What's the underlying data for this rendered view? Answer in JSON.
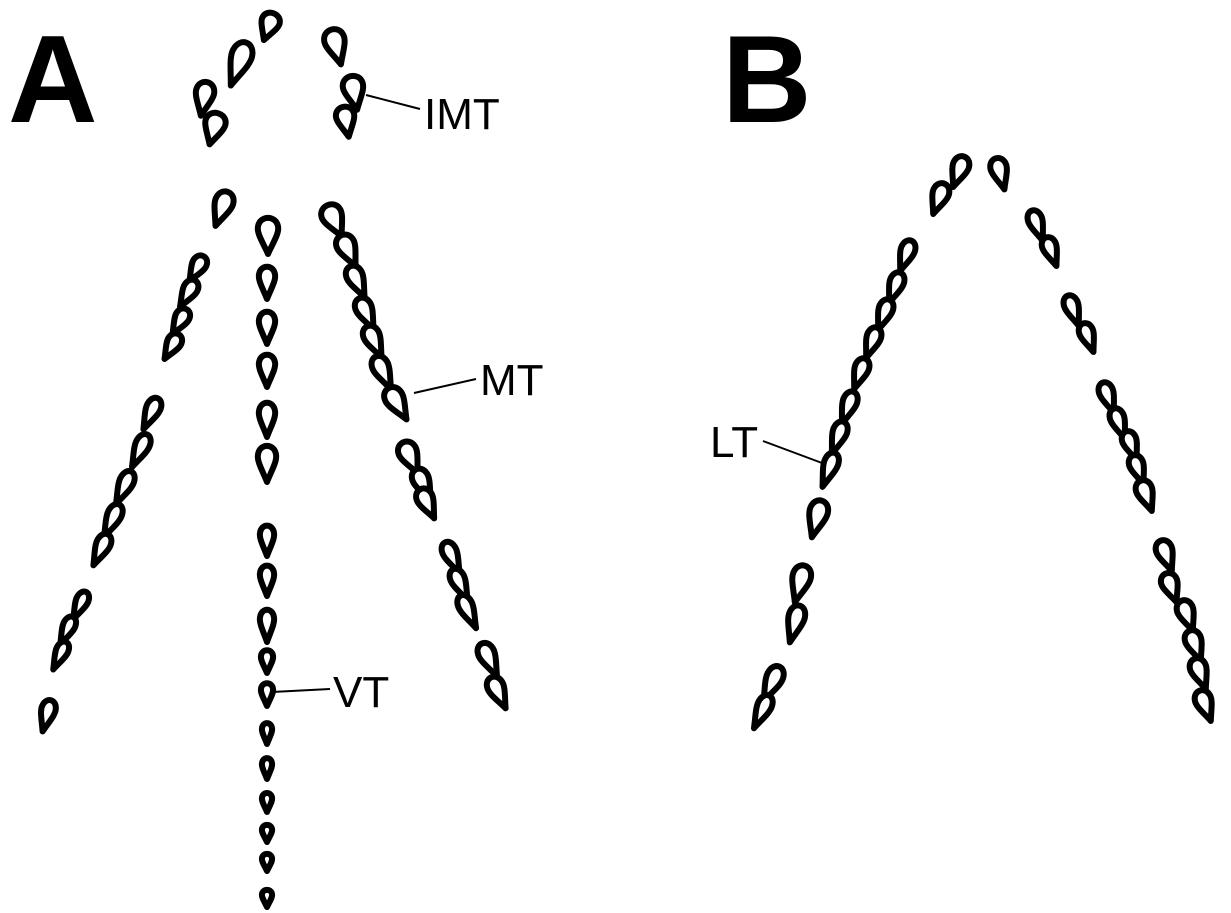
{
  "panels": [
    {
      "letter": "A"
    },
    {
      "letter": "B"
    }
  ],
  "labels": {
    "imt": "IMT",
    "mt": "MT",
    "vt": "VT",
    "lt": "LT"
  },
  "colors": {
    "ink": "#000000",
    "background": "#ffffff"
  }
}
